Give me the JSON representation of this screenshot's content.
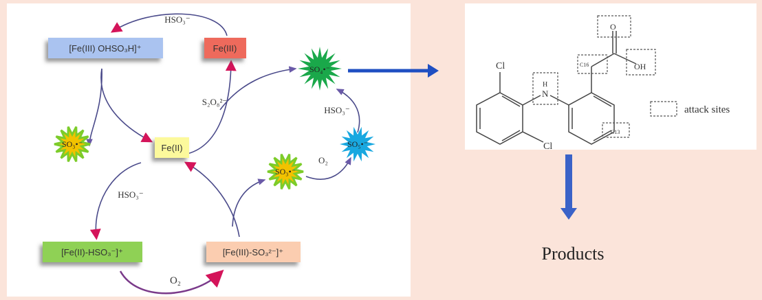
{
  "cycle": {
    "fe3_ohso3h": "[Fe(III) OHSO₃H]⁺",
    "fe3": "Fe(III)",
    "fe2": "Fe(II)",
    "fe2_hso3": "[Fe(II)-HSO₃⁻]⁺",
    "fe3_so3": "[Fe(III)-SO₃²⁻]⁺",
    "so4_radical": "SO₄•⁻",
    "so5_radical": "SO₅•⁻",
    "so3_radical_right": "SO₃•⁻",
    "so3_radical_left": "SO₃•⁻",
    "label_hso3_top": "HSO₃⁻",
    "label_s2o8": "S₂O₈²⁻",
    "label_hso3_right": "HSO₃⁻",
    "label_o2_right": "O₂",
    "label_hso3_left": "HSO₃⁻",
    "label_o2_bottom": "O₂"
  },
  "molecule": {
    "cl_top": "Cl",
    "cl_bottom": "Cl",
    "n": "N",
    "h": "H",
    "o": "O",
    "oh": "OH",
    "c_side": "C16",
    "c_ring": "C13",
    "legend": "attack sites"
  },
  "products": "Products",
  "colors": {
    "background": "#fbe4da",
    "arrow_blue": "#1f4fc2",
    "arrow_magenta": "#d4145a",
    "curve": "#4a4a8a"
  }
}
